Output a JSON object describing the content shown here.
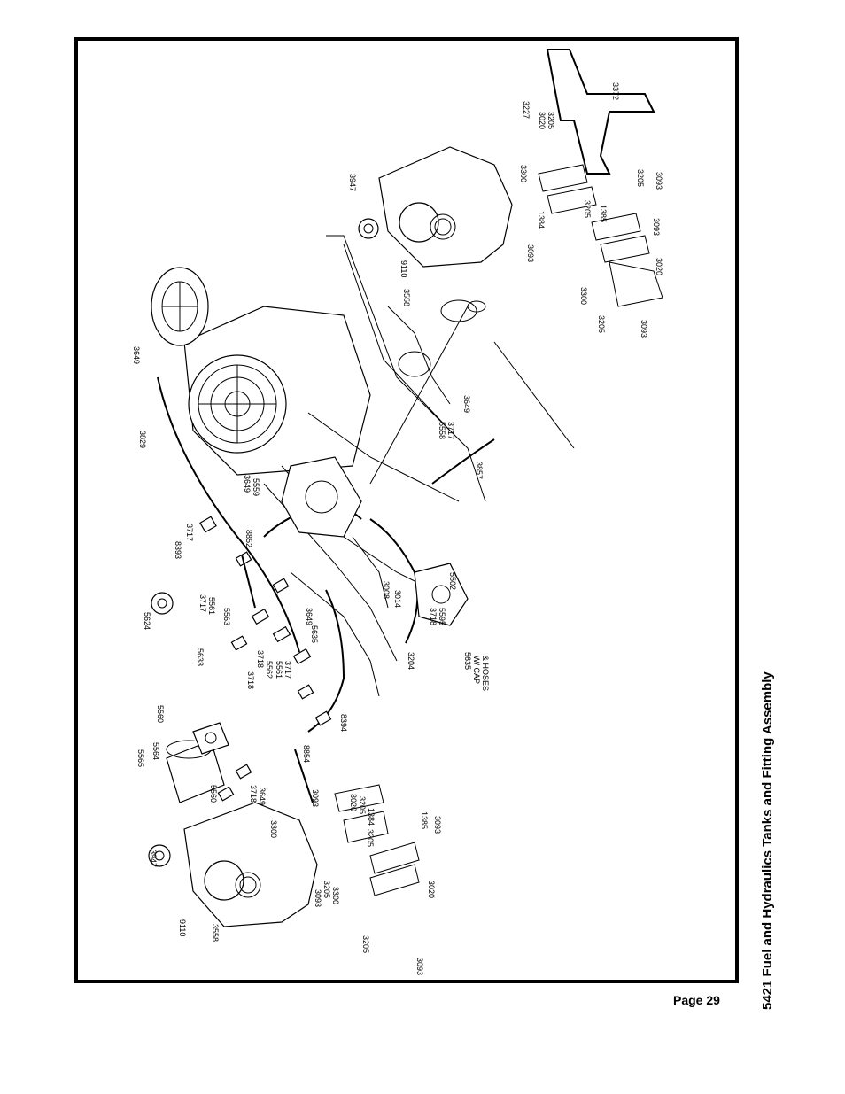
{
  "title": "5421 Fuel and Hydraulics Tanks and Fitting Assembly",
  "page_label": "Page 29",
  "callouts": [
    {
      "id": "c1",
      "text": "3372"
    },
    {
      "id": "c2",
      "text": "3227"
    },
    {
      "id": "c3",
      "text": "3020"
    },
    {
      "id": "c4",
      "text": "3205"
    },
    {
      "id": "c5",
      "text": "3300"
    },
    {
      "id": "c6",
      "text": "3205"
    },
    {
      "id": "c7",
      "text": "3093"
    },
    {
      "id": "c8",
      "text": "3093"
    },
    {
      "id": "c9",
      "text": "1384"
    },
    {
      "id": "c10",
      "text": "3205"
    },
    {
      "id": "c11",
      "text": "1385"
    },
    {
      "id": "c12",
      "text": "3093"
    },
    {
      "id": "c13",
      "text": "3300"
    },
    {
      "id": "c14",
      "text": "3020"
    },
    {
      "id": "c15",
      "text": "3205"
    },
    {
      "id": "c16",
      "text": "3093"
    },
    {
      "id": "c17",
      "text": "3947"
    },
    {
      "id": "c18",
      "text": "9110"
    },
    {
      "id": "c19",
      "text": "3558"
    },
    {
      "id": "c20",
      "text": "3649"
    },
    {
      "id": "c21",
      "text": "3829"
    },
    {
      "id": "c22",
      "text": "3649"
    },
    {
      "id": "c23",
      "text": "5559"
    },
    {
      "id": "c24",
      "text": "8852"
    },
    {
      "id": "c25",
      "text": "5558"
    },
    {
      "id": "c26",
      "text": "3717"
    },
    {
      "id": "c27",
      "text": "3649"
    },
    {
      "id": "c28",
      "text": "3857"
    },
    {
      "id": "c29",
      "text": "3717"
    },
    {
      "id": "c30",
      "text": "8393"
    },
    {
      "id": "c31",
      "text": "5624"
    },
    {
      "id": "c32",
      "text": "3717"
    },
    {
      "id": "c33",
      "text": "5561"
    },
    {
      "id": "c34",
      "text": "5563"
    },
    {
      "id": "c35",
      "text": "3649"
    },
    {
      "id": "c36",
      "text": "5635"
    },
    {
      "id": "c37",
      "text": "3008"
    },
    {
      "id": "c38",
      "text": "3014"
    },
    {
      "id": "c39",
      "text": "3718"
    },
    {
      "id": "c40",
      "text": "5595"
    },
    {
      "id": "c41",
      "text": "5502"
    },
    {
      "id": "c42",
      "text": "3718"
    },
    {
      "id": "c43",
      "text": "5633"
    },
    {
      "id": "c44",
      "text": "3718"
    },
    {
      "id": "c45",
      "text": "5562"
    },
    {
      "id": "c46",
      "text": "5561"
    },
    {
      "id": "c47",
      "text": "3717"
    },
    {
      "id": "c48",
      "text": "3204"
    },
    {
      "id": "c49",
      "text": "5635"
    },
    {
      "id": "c50",
      "text": "W/ CAP"
    },
    {
      "id": "c51",
      "text": "& HOSES"
    },
    {
      "id": "c52",
      "text": "5560"
    },
    {
      "id": "c53",
      "text": "5564"
    },
    {
      "id": "c54",
      "text": "5565"
    },
    {
      "id": "c55",
      "text": "5560"
    },
    {
      "id": "c56",
      "text": "3718"
    },
    {
      "id": "c57",
      "text": "3649"
    },
    {
      "id": "c58",
      "text": "8854"
    },
    {
      "id": "c59",
      "text": "8394"
    },
    {
      "id": "c60",
      "text": "3093"
    },
    {
      "id": "c61",
      "text": "3020"
    },
    {
      "id": "c62",
      "text": "3205"
    },
    {
      "id": "c63",
      "text": "1384"
    },
    {
      "id": "c64",
      "text": "3300"
    },
    {
      "id": "c65",
      "text": "3205"
    },
    {
      "id": "c66",
      "text": "1385"
    },
    {
      "id": "c67",
      "text": "3093"
    },
    {
      "id": "c68",
      "text": "3093"
    },
    {
      "id": "c69",
      "text": "3205"
    },
    {
      "id": "c70",
      "text": "3300"
    },
    {
      "id": "c71",
      "text": "3020"
    },
    {
      "id": "c72",
      "text": "3205"
    },
    {
      "id": "c73",
      "text": "3093"
    },
    {
      "id": "c74",
      "text": "3947"
    },
    {
      "id": "c75",
      "text": "9110"
    },
    {
      "id": "c76",
      "text": "3558"
    }
  ]
}
